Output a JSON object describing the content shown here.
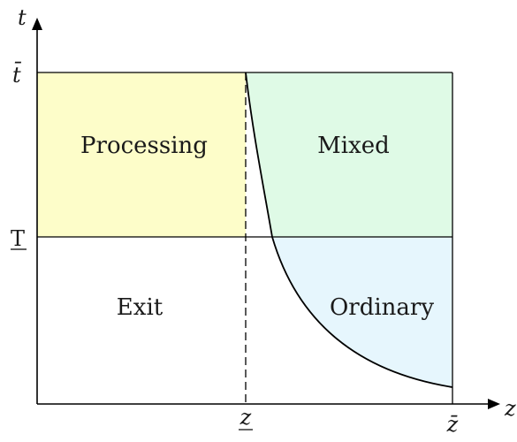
{
  "regions": {
    "processing": "Processing",
    "mixed": "Mixed",
    "exit": "Exit",
    "ordinary": "Ordinary"
  },
  "axes": {
    "x_label": "z",
    "y_label": "t"
  },
  "ticks": {
    "t_bar": "t̄",
    "t_lower": "T",
    "z_lower": "z",
    "z_bar": "z̄"
  },
  "colors": {
    "processing": "#FDFDC9",
    "mixed": "#DFFAE6",
    "ordinary": "#E6F6FD",
    "line": "#000000"
  }
}
